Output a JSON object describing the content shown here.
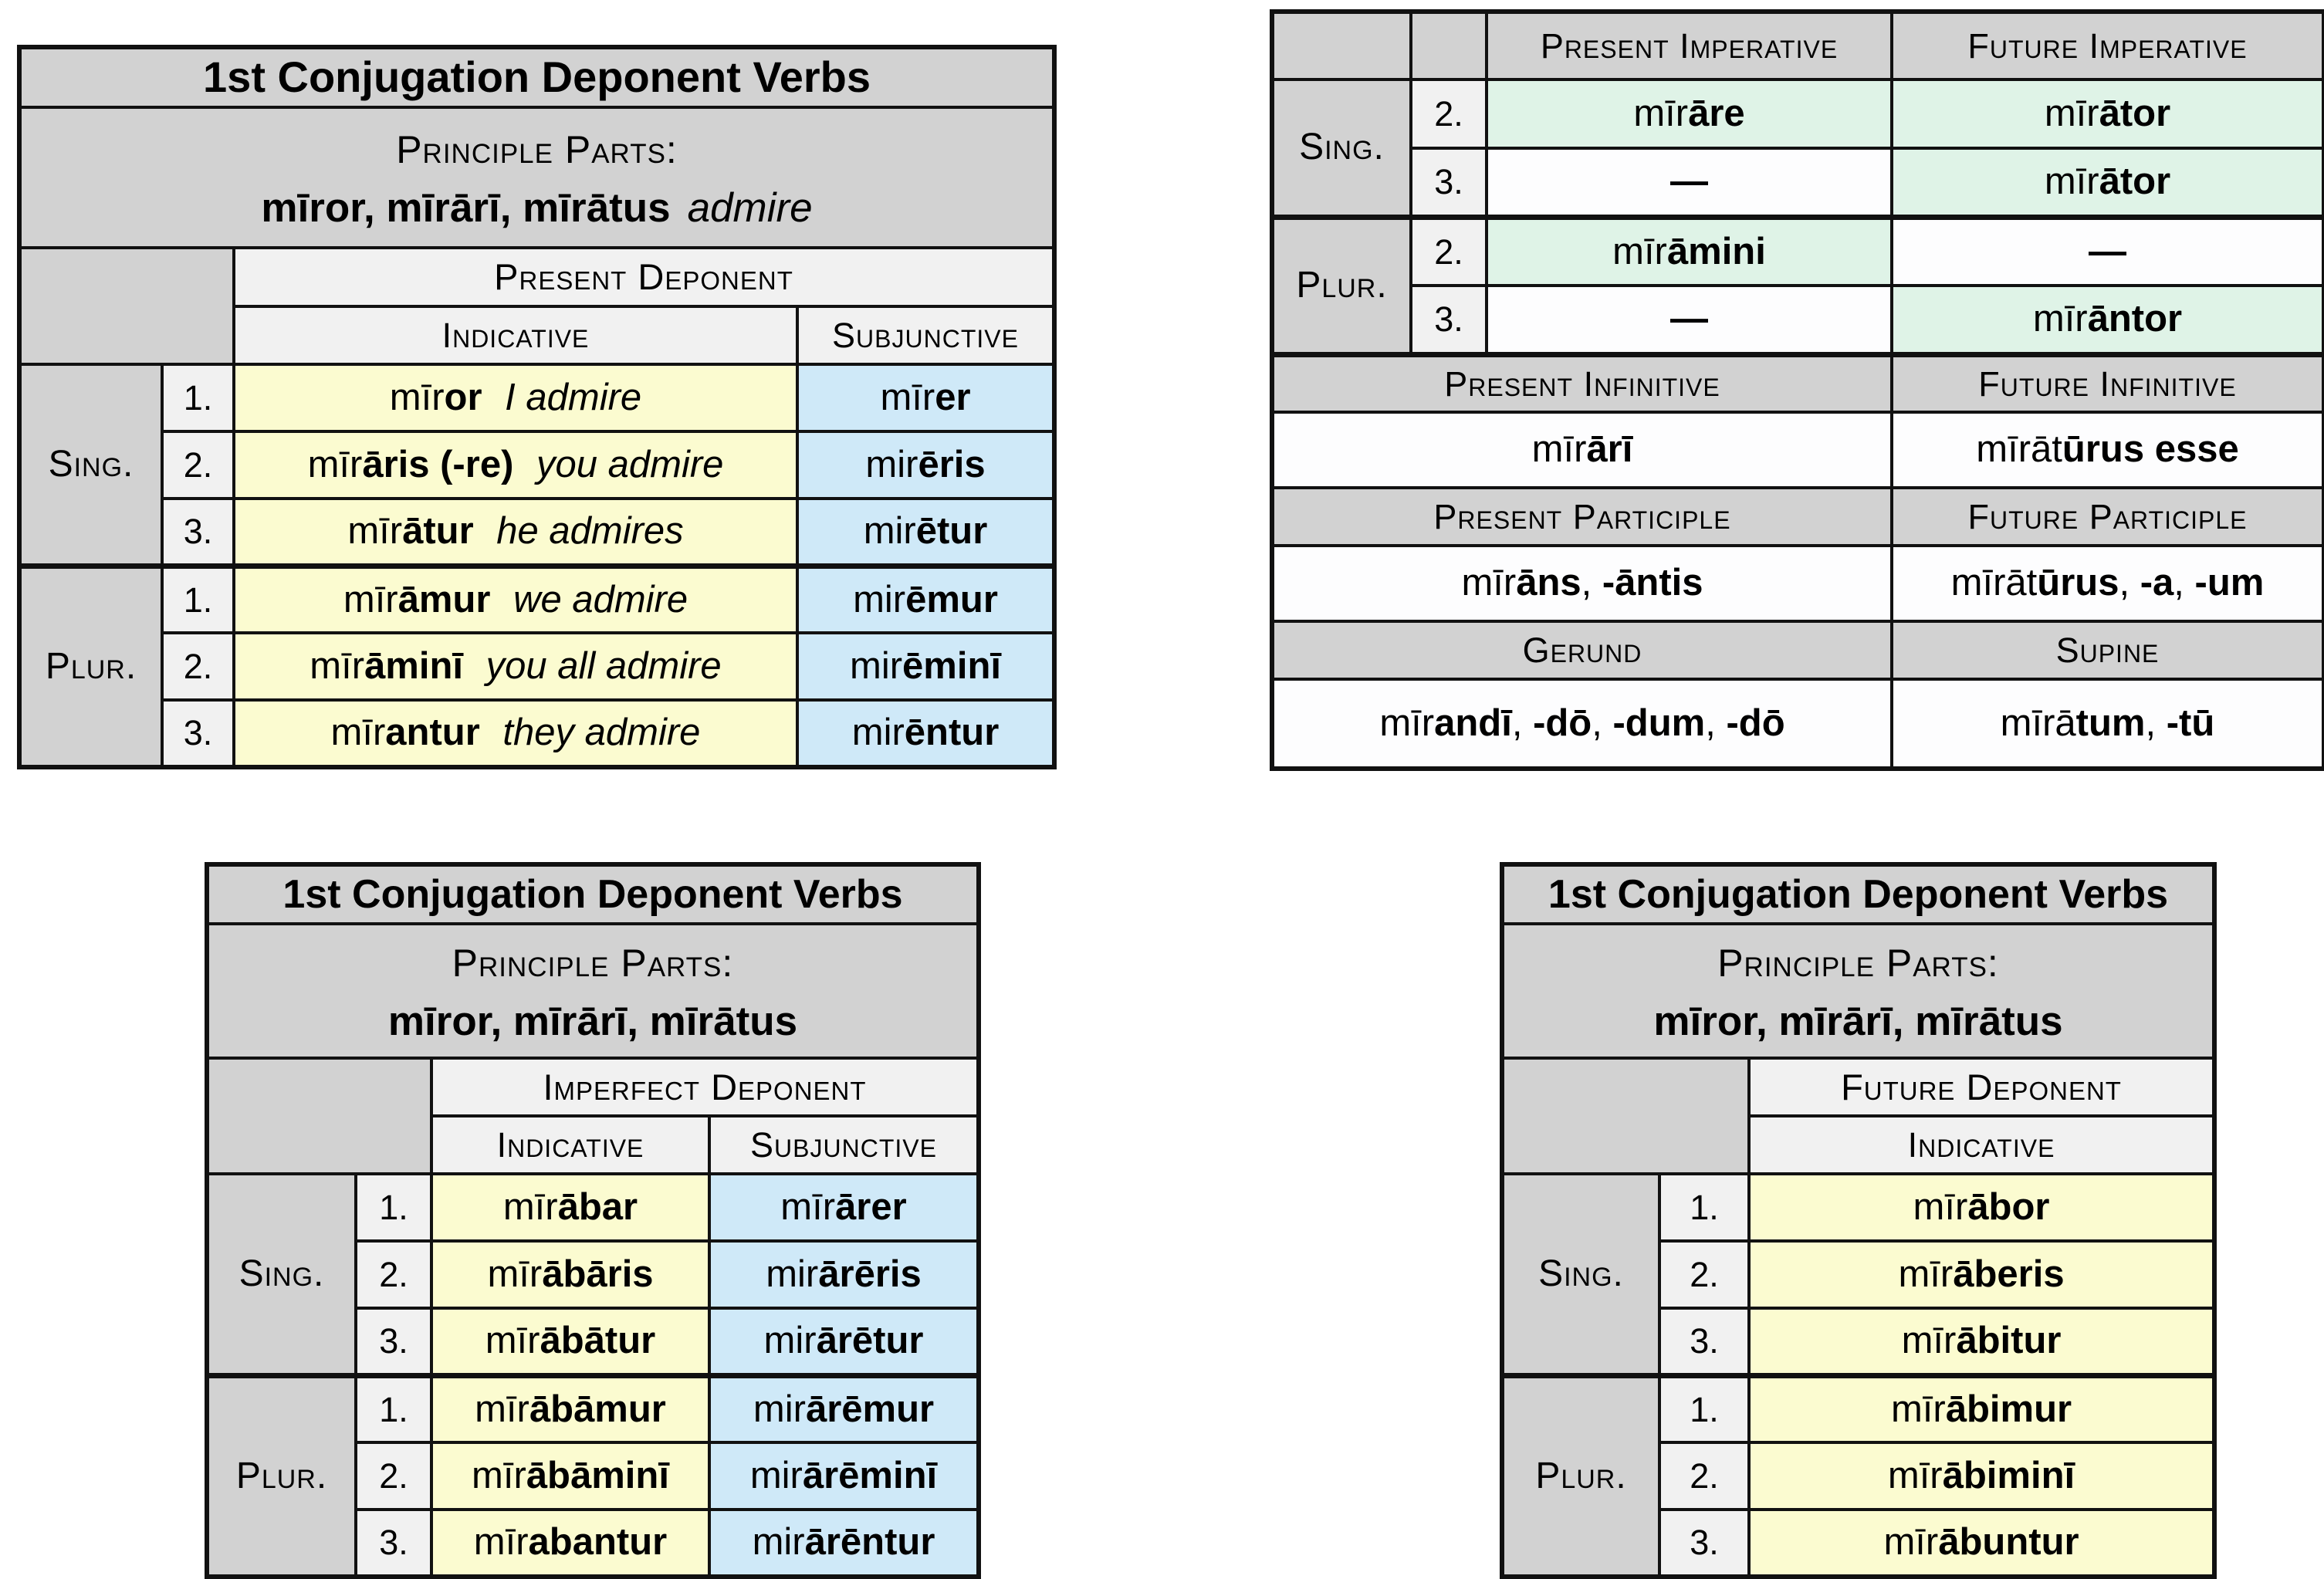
{
  "colors": {
    "header_gray": "#d2d2d2",
    "subheader_gray": "#f1f1f1",
    "indicative_yellow": "#fbfbd0",
    "subjunctive_blue": "#cfe9f8",
    "imperative_green": "#dff3e7",
    "empty_cell_white": "#fdfdfe",
    "border_black": "#111111"
  },
  "tables": {
    "present": {
      "title": "1st Conjugation Deponent Verbs",
      "pp_label": "Principle Parts:",
      "pp_latin": "mīror, mīrārī, mīrātus",
      "pp_gloss": "admire",
      "section": "Present Deponent",
      "columns": [
        "Indicative",
        "Subjunctive"
      ],
      "rows": [
        {
          "person": "Sing.",
          "num": "1.",
          "indicative": "mīr**or** *I admire*",
          "subjunctive": "mīr**er**"
        },
        {
          "person": "Sing.",
          "num": "2.",
          "indicative": "mīr**āris (-re)** *you admire*",
          "subjunctive": "mir**ēris**"
        },
        {
          "person": "Sing.",
          "num": "3.",
          "indicative": "mīr**ātur** *he admires*",
          "subjunctive": "mir**ētur**"
        },
        {
          "person": "Plur.",
          "num": "1.",
          "indicative": "mīr**āmur** *we admire*",
          "subjunctive": "mir**ēmur**"
        },
        {
          "person": "Plur.",
          "num": "2.",
          "indicative": "mīr**āminī** *you all admire*",
          "subjunctive": "mir**ēminī**"
        },
        {
          "person": "Plur.",
          "num": "3.",
          "indicative": "mīr**antur** *they admire*",
          "subjunctive": "mir**ēntur**"
        }
      ]
    },
    "imperative": {
      "columns": [
        "Present Imperative",
        "Future Imperative"
      ],
      "rows": [
        {
          "person": "Sing.",
          "num": "2.",
          "present": "mīr**āre**",
          "present_filled": true,
          "future": "mīr**ātor**",
          "future_filled": true
        },
        {
          "person": "Sing.",
          "num": "3.",
          "present": "**—**",
          "present_filled": false,
          "future": "mīr**ātor**",
          "future_filled": true
        },
        {
          "person": "Plur.",
          "num": "2.",
          "present": "mīr**āmini**",
          "present_filled": true,
          "future": "**—**",
          "future_filled": false
        },
        {
          "person": "Plur.",
          "num": "3.",
          "present": "**—**",
          "present_filled": false,
          "future": "mīr**āntor**",
          "future_filled": true
        }
      ],
      "sections": [
        {
          "left_header": "Present Infinitive",
          "right_header": "Future Infinitive",
          "left_value": "mīr**ārī**",
          "right_value": "mīrāt**ūrus esse**"
        },
        {
          "left_header": "Present Participle",
          "right_header": "Future Participle",
          "left_value": "mīr**āns**, **-āntis**",
          "right_value": "mīrāt**ūrus**, **-a**, **-um**"
        },
        {
          "left_header": "Gerund",
          "right_header": "Supine",
          "left_value": "mīr**andī**, **-dō**, **-dum**, **-dō**",
          "right_value": "mīrā**tum**, **-tū**"
        }
      ]
    },
    "imperfect": {
      "title": "1st Conjugation Deponent Verbs",
      "pp_label": "Principle Parts:",
      "pp_latin": "mīror, mīrārī, mīrātus",
      "section": "Imperfect Deponent",
      "columns": [
        "Indicative",
        "Subjunctive"
      ],
      "rows": [
        {
          "person": "Sing.",
          "num": "1.",
          "indicative": "mīr**ābar**",
          "subjunctive": "mīr**ārer**"
        },
        {
          "person": "Sing.",
          "num": "2.",
          "indicative": "mīr**ābāris**",
          "subjunctive": "mir**ārēris**"
        },
        {
          "person": "Sing.",
          "num": "3.",
          "indicative": "mīr**ābātur**",
          "subjunctive": "mir**ārētur**"
        },
        {
          "person": "Plur.",
          "num": "1.",
          "indicative": "mīr**ābāmur**",
          "subjunctive": "mir**ārēmur**"
        },
        {
          "person": "Plur.",
          "num": "2.",
          "indicative": "mīr**ābāminī**",
          "subjunctive": "mir**ārēminī**"
        },
        {
          "person": "Plur.",
          "num": "3.",
          "indicative": "mīr**abantur**",
          "subjunctive": "mir**ārēntur**"
        }
      ]
    },
    "future": {
      "title": "1st Conjugation Deponent Verbs",
      "pp_label": "Principle Parts:",
      "pp_latin": "mīror, mīrārī, mīrātus",
      "section": "Future Deponent",
      "columns": [
        "Indicative"
      ],
      "rows": [
        {
          "person": "Sing.",
          "num": "1.",
          "indicative": "mīr**ābor**"
        },
        {
          "person": "Sing.",
          "num": "2.",
          "indicative": "mīr**āberis**"
        },
        {
          "person": "Sing.",
          "num": "3.",
          "indicative": "mīr**ābitur**"
        },
        {
          "person": "Plur.",
          "num": "1.",
          "indicative": "mīr**ābimur**"
        },
        {
          "person": "Plur.",
          "num": "2.",
          "indicative": "mīr**ābiminī**"
        },
        {
          "person": "Plur.",
          "num": "3.",
          "indicative": "mīr**ābuntur**"
        }
      ]
    }
  }
}
